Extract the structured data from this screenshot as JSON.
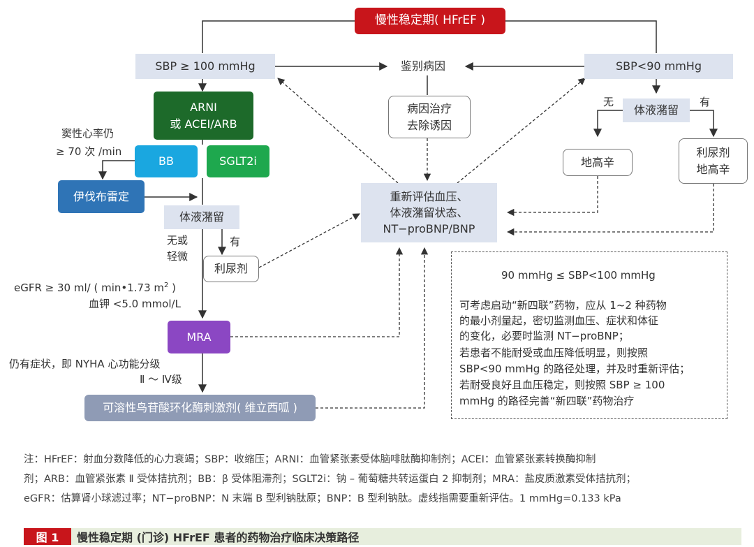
{
  "diagram": {
    "title_box": "慢性稳定期( HFrEF )",
    "sbp_high": "SBP ≥ 100 mmHg",
    "sbp_low": "SBP<90 mmHg",
    "differential": "鉴别病因",
    "cause_treatment": [
      "病因治疗",
      "去除诱因"
    ],
    "arni": [
      "ARNI",
      "或 ACEI/ARB"
    ],
    "sinus_rate": [
      "窦性心率仍",
      "≥ 70 次 /min"
    ],
    "bb": "BB",
    "sglt2i": "SGLT2i",
    "ivabradine": "伊伐布雷定",
    "fluid_left": "体液潴留",
    "none_or_mild": [
      "无或",
      "轻微"
    ],
    "yes_left": "有",
    "diuretic_left": "利尿剂",
    "egfr": "eGFR ≥ 30 ml/ ( min•1.73 m",
    "egfr_sup": "2",
    "egfr_end": " )",
    "potassium": "血钾 <5.0 mmol/L",
    "mra": "MRA",
    "still_symptoms": [
      "仍有症状，即 NYHA 心功能分级",
      "Ⅱ ～ Ⅳ级"
    ],
    "vericiguat": "可溶性鸟苷酸环化酶刺激剂( 维立西呱 )",
    "reassess": [
      "重新评估血压、",
      "体液潴留状态、",
      "NT−proBNP/BNP"
    ],
    "fluid_right": "体液潴留",
    "none_right": "无",
    "yes_right": "有",
    "digoxin": "地高辛",
    "diuretic_digoxin": [
      "利尿剂",
      "地高辛"
    ],
    "panel_heading": "90 mmHg ≤ SBP<100  mmHg",
    "panel_lines": [
      "可考虑启动“新四联”药物，应从 1~2 种药物",
      "   的最小剂量起，密切监测血压、症状和体征",
      "   的变化，必要时监测 NT−proBNP；",
      "若患者不能耐受或血压降低明显，则按照",
      "   SBP<90 mmHg 的路径处理，并及时重新评估；",
      "若耐受良好且血压稳定，则按照 SBP ≥ 100",
      "   mmHg 的路径完善“新四联”药物治疗"
    ]
  },
  "note_lines": [
    "      注：HFrEF：射血分数降低的心力衰竭；SBP：收缩压；ARNI：血管紧张素受体脑啡肽酶抑制剂；ACEI：血管紧张素转换酶抑制",
    "剂；ARB：血管紧张素 Ⅱ 受体拮抗剂；BB：β 受体阻滞剂；SGLT2i：钠 – 葡萄糖共转运蛋白 2 抑制剂；MRA：盐皮质激素受体拮抗剂；",
    "eGFR：估算肾小球滤过率；NT−proBNP：N 末端 B 型利钠肽原；BNP：B 型利钠肽。虚线指需要重新评估。1 mmHg=0.133 kPa"
  ],
  "caption": {
    "tag": "图 1",
    "title": "慢性稳定期 (门诊)  HFrEF 患者的药物治疗临床决策路径"
  },
  "colors": {
    "red": "#c8151b",
    "dark_green": "#1d6a2a",
    "cyan": "#1aa7e0",
    "green": "#1ea84e",
    "blue": "#2f74b6",
    "purple": "#8b47c3",
    "slate": "#8f9bb5",
    "pale_blue": "#dde3ef"
  }
}
